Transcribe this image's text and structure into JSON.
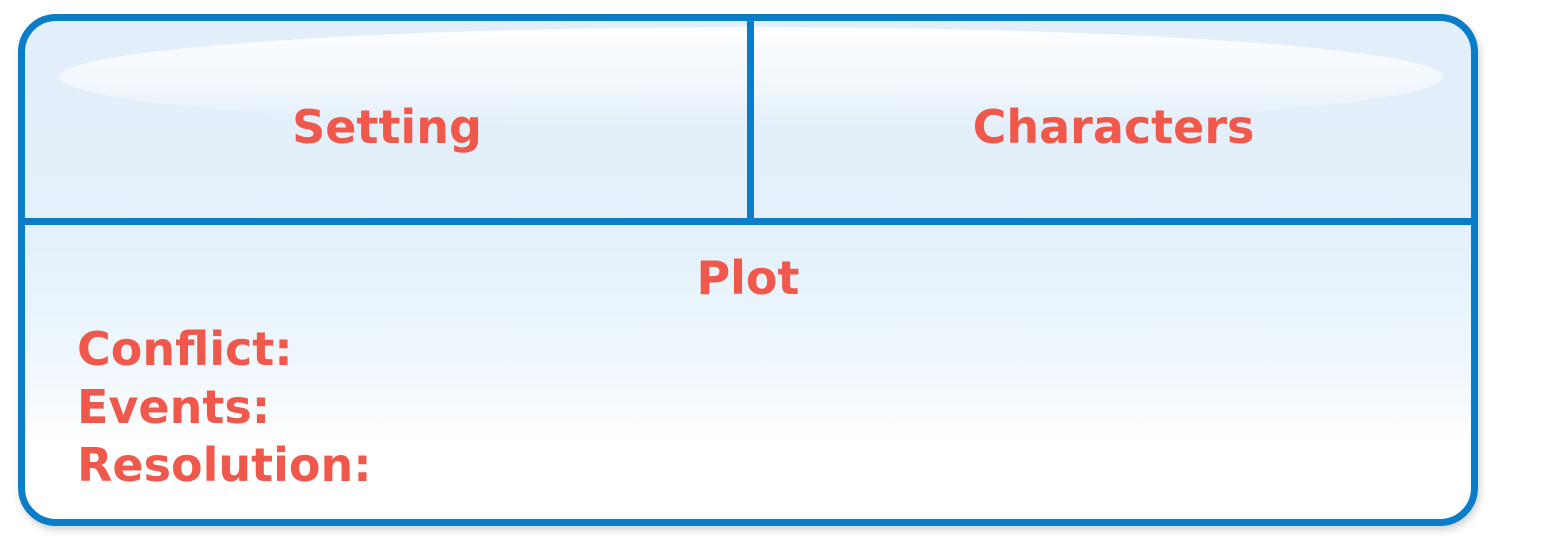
{
  "story_map": {
    "setting_label": "Setting",
    "characters_label": "Characters",
    "plot": {
      "title": "Plot",
      "conflict_label": "Conflict:",
      "events_label": "Events:",
      "resolution_label": "Resolution:"
    }
  },
  "colors": {
    "border": "#0a7cc8",
    "text": "#f0584c",
    "fill_top": "#e2eef9",
    "fill_bottom": "#ffffff"
  }
}
